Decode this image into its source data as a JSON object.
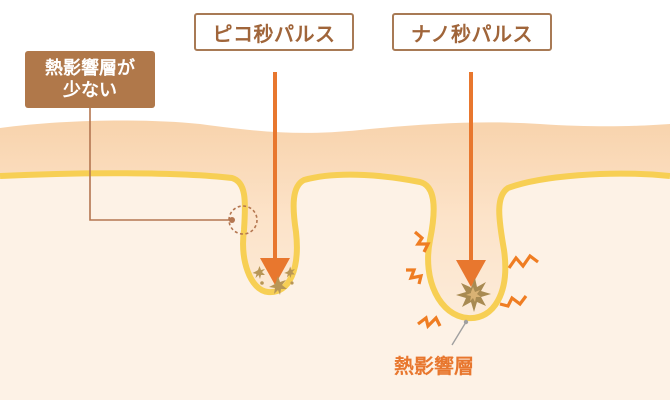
{
  "labels": {
    "pico_pulse": "ピコ秒パルス",
    "nano_pulse": "ナノ秒パルス",
    "callout_line1": "熱影響層が",
    "callout_line2": "少ない",
    "heat_affected_layer": "熱影響層"
  },
  "colors": {
    "skin_top": "#fbe1c4",
    "skin_mid": "#fde9d3",
    "skin_body": "#fdf2e6",
    "yellow_border": "#f7cf54",
    "arrow_orange": "#e8772e",
    "label_border": "#a87a55",
    "label_text": "#a0653a",
    "callout_fill": "#b0784a",
    "leader_line": "#b47650",
    "impact_dark": "#a88a52",
    "impact_light": "#d9b274",
    "zigzag": "#ef7d22"
  }
}
